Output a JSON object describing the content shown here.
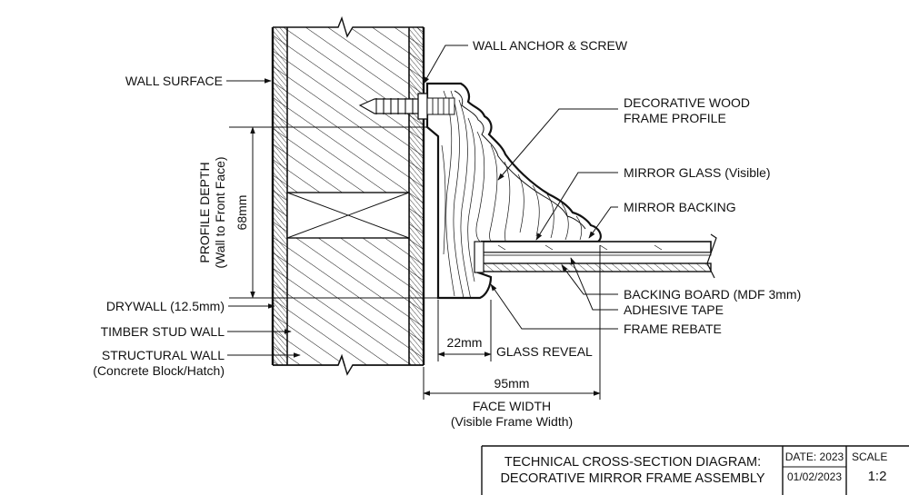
{
  "labels": {
    "wall_surface": "WALL SURFACE",
    "wall_anchor": "WALL ANCHOR & SCREW",
    "frame_profile_1": "DECORATIVE WOOD",
    "frame_profile_2": "FRAME PROFILE",
    "mirror_glass": "MIRROR GLASS (Visible)",
    "mirror_backing": "MIRROR BACKING",
    "profile_depth_1": "PROFILE DEPTH",
    "profile_depth_2": "(Wall to Front Face)",
    "depth_value": "68mm",
    "drywall": "DRYWALL (12.5mm)",
    "timber_stud": "TIMBER STUD WALL",
    "structural_1": "STRUCTURAL WALL",
    "structural_2": "(Concrete Block/Hatch)",
    "backing_board": "BACKING BOARD (MDF 3mm)",
    "adhesive_tape": "ADHESIVE TAPE",
    "frame_rebate": "FRAME REBATE",
    "reveal_value": "22mm",
    "glass_reveal": "GLASS REVEAL",
    "face_value": "95mm",
    "face_width_1": "FACE WIDTH",
    "face_width_2": "(Visible Frame Width)"
  },
  "title_block": {
    "title_line1": "TECHNICAL CROSS-SECTION DIAGRAM:",
    "title_line2": "DECORATIVE MIRROR FRAME ASSEMBLY",
    "date_label": "DATE: 2023",
    "date_value": "01/02/2023",
    "scale_label": "SCALE",
    "scale_value": "1:2"
  },
  "colors": {
    "ink": "#111111",
    "paper": "#ffffff"
  }
}
